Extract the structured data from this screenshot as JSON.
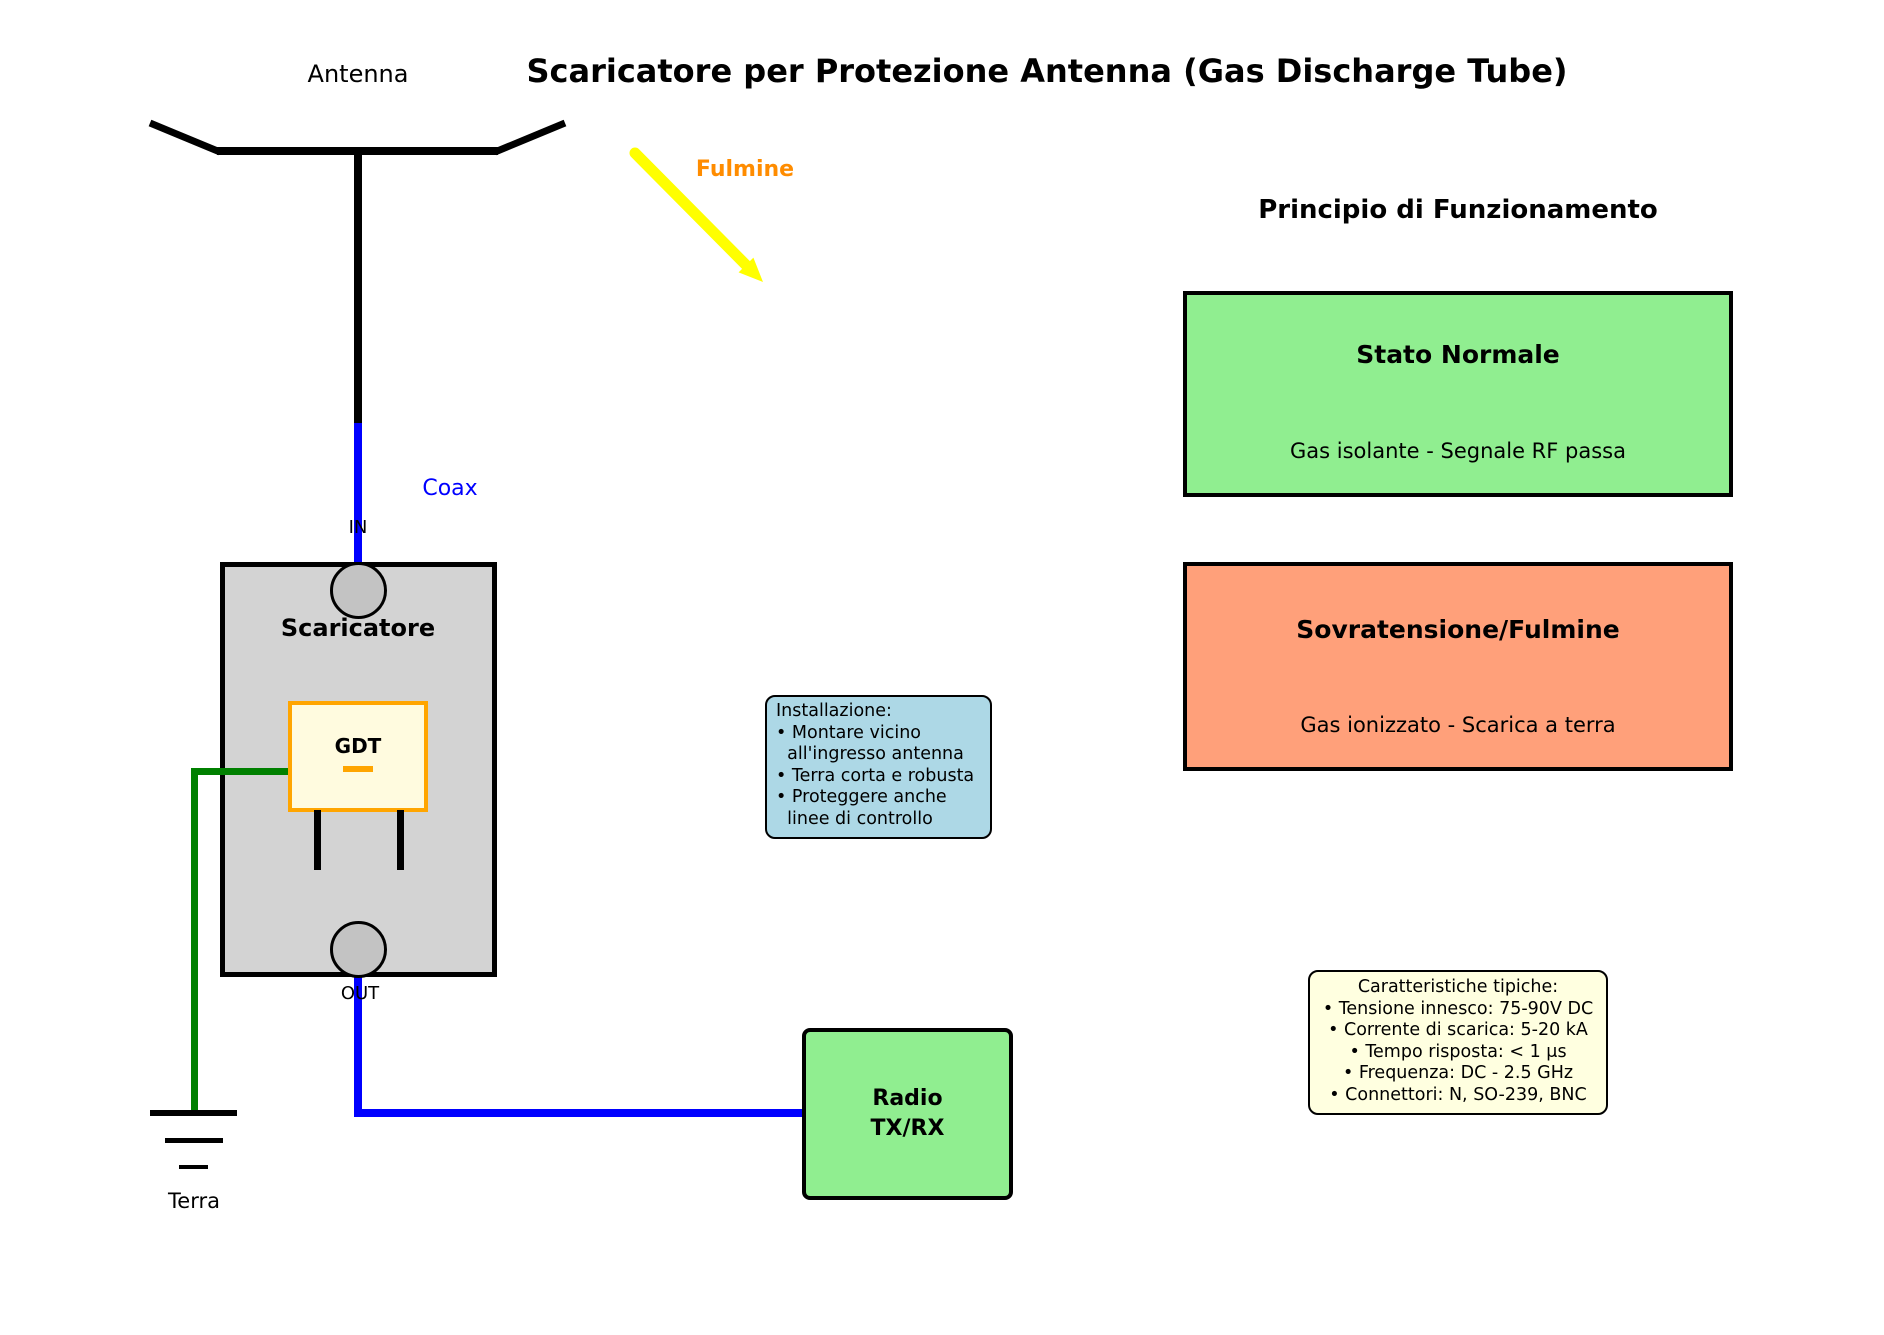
{
  "title": "Scaricatore per Protezione Antenna (Gas Discharge Tube)",
  "antenna": {
    "label": "Antenna"
  },
  "lightning": {
    "label": "Fulmine"
  },
  "coax": {
    "label": "Coax"
  },
  "arrester": {
    "label": "Scaricatore",
    "in_label": "IN",
    "out_label": "OUT",
    "gdt_label": "GDT"
  },
  "ground": {
    "label": "Terra"
  },
  "radio": {
    "line1": "Radio",
    "line2": "TX/RX"
  },
  "principle": {
    "heading": "Principio di Funzionamento",
    "states": [
      {
        "title": "Stato Normale",
        "description": "Gas isolante - Segnale RF passa"
      },
      {
        "title": "Sovratensione/Fulmine",
        "description": "Gas ionizzato - Scarica a terra"
      }
    ]
  },
  "notes": {
    "installation": {
      "heading": "Installazione:",
      "lines": [
        "• Montare vicino",
        "  all'ingresso antenna",
        "• Terra corta e robusta",
        "• Proteggere anche",
        "  linee di controllo"
      ]
    },
    "characteristics": {
      "heading": "Caratteristiche tipiche:",
      "lines": [
        "• Tensione innesco: 75-90V DC",
        "• Corrente di scarica: 5-20 kA",
        "• Tempo risposta: < 1 μs",
        "• Frequenza: DC - 2.5 GHz",
        "• Connettori: N, SO-239, BNC"
      ]
    }
  },
  "colors": {
    "coax": "#0000FF",
    "ground_wire": "#008000",
    "lightning_bolt": "#FFFF00",
    "lightning_label": "#FF8C00",
    "arrester_bg": "#D3D3D3",
    "connector_bg": "#C3C3C3",
    "gdt_bg": "#FFFBDF",
    "gdt_border": "#FFA500",
    "radio_bg": "#90EE90",
    "state_normal_bg": "#90EE90",
    "state_surge_bg": "#FFA07A",
    "installation_bg": "#ADD8E6",
    "characteristics_bg": "#FFFFE0"
  }
}
